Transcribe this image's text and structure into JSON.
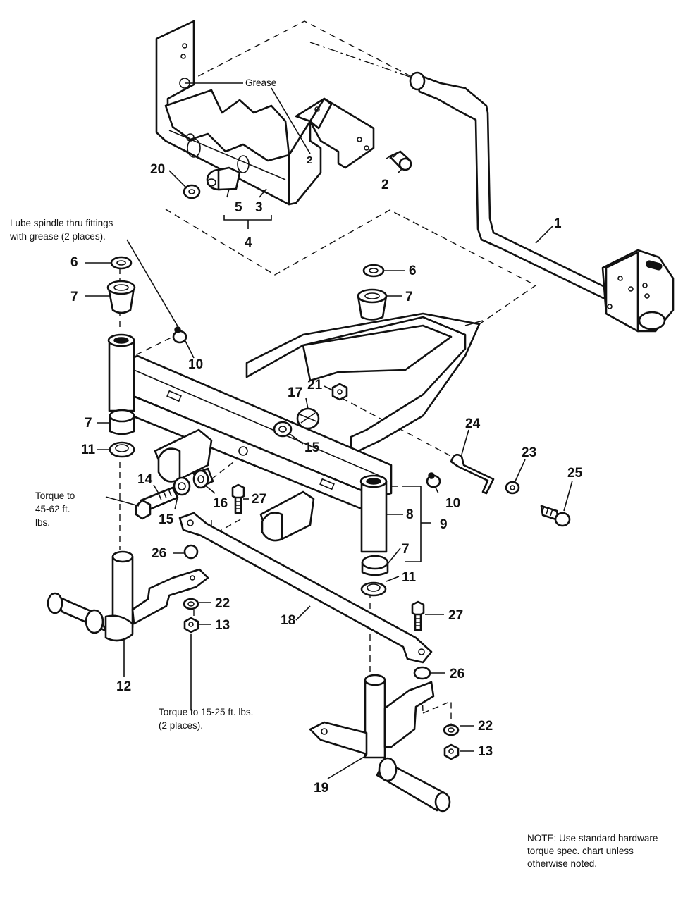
{
  "labels": {
    "p1": "1",
    "p2": "2",
    "p3": "3",
    "p4": "4",
    "p5": "5",
    "p6a": "6",
    "p6b": "6",
    "p7a": "7",
    "p7b": "7",
    "p7c": "7",
    "p7d": "7",
    "p8": "8",
    "p9": "9",
    "p10a": "10",
    "p10b": "10",
    "p11a": "11",
    "p11b": "11",
    "p12": "12",
    "p13a": "13",
    "p13b": "13",
    "p14": "14",
    "p15a": "15",
    "p15b": "15",
    "p16": "16",
    "p17": "17",
    "p18": "18",
    "p19": "19",
    "p20": "20",
    "p21": "21",
    "p22a": "22",
    "p22b": "22",
    "p23": "23",
    "p24": "24",
    "p25": "25",
    "p26a": "26",
    "p26b": "26",
    "p27a": "27",
    "p27b": "27",
    "grease_small": "2"
  },
  "notes": {
    "grease": "Grease",
    "lube_line1": "Lube spindle thru fittings",
    "lube_line2": "with grease (2 places).",
    "torque1_line1": "Torque to",
    "torque1_line2": "45-62 ft.",
    "torque1_line3": "lbs.",
    "torque2_line1": "Torque to 15-25 ft. lbs.",
    "torque2_line2": "(2 places).",
    "note_line1": "NOTE: Use standard hardware",
    "note_line2": "torque spec. chart unless",
    "note_line3": "otherwise noted."
  }
}
